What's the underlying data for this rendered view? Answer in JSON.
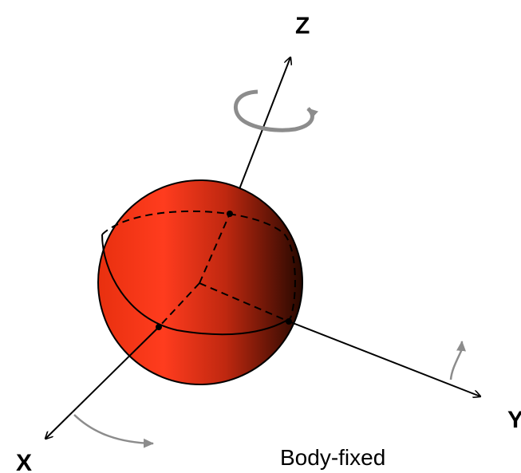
{
  "diagram": {
    "axis_labels": {
      "x": "X",
      "y": "Y",
      "z": "Z"
    },
    "caption": "Body-fixed",
    "colors": {
      "sphere_light": "#ff3c1e",
      "sphere_dark": "#260800",
      "rotation_arrow": "#8c8c8c",
      "line": "#000000"
    }
  }
}
